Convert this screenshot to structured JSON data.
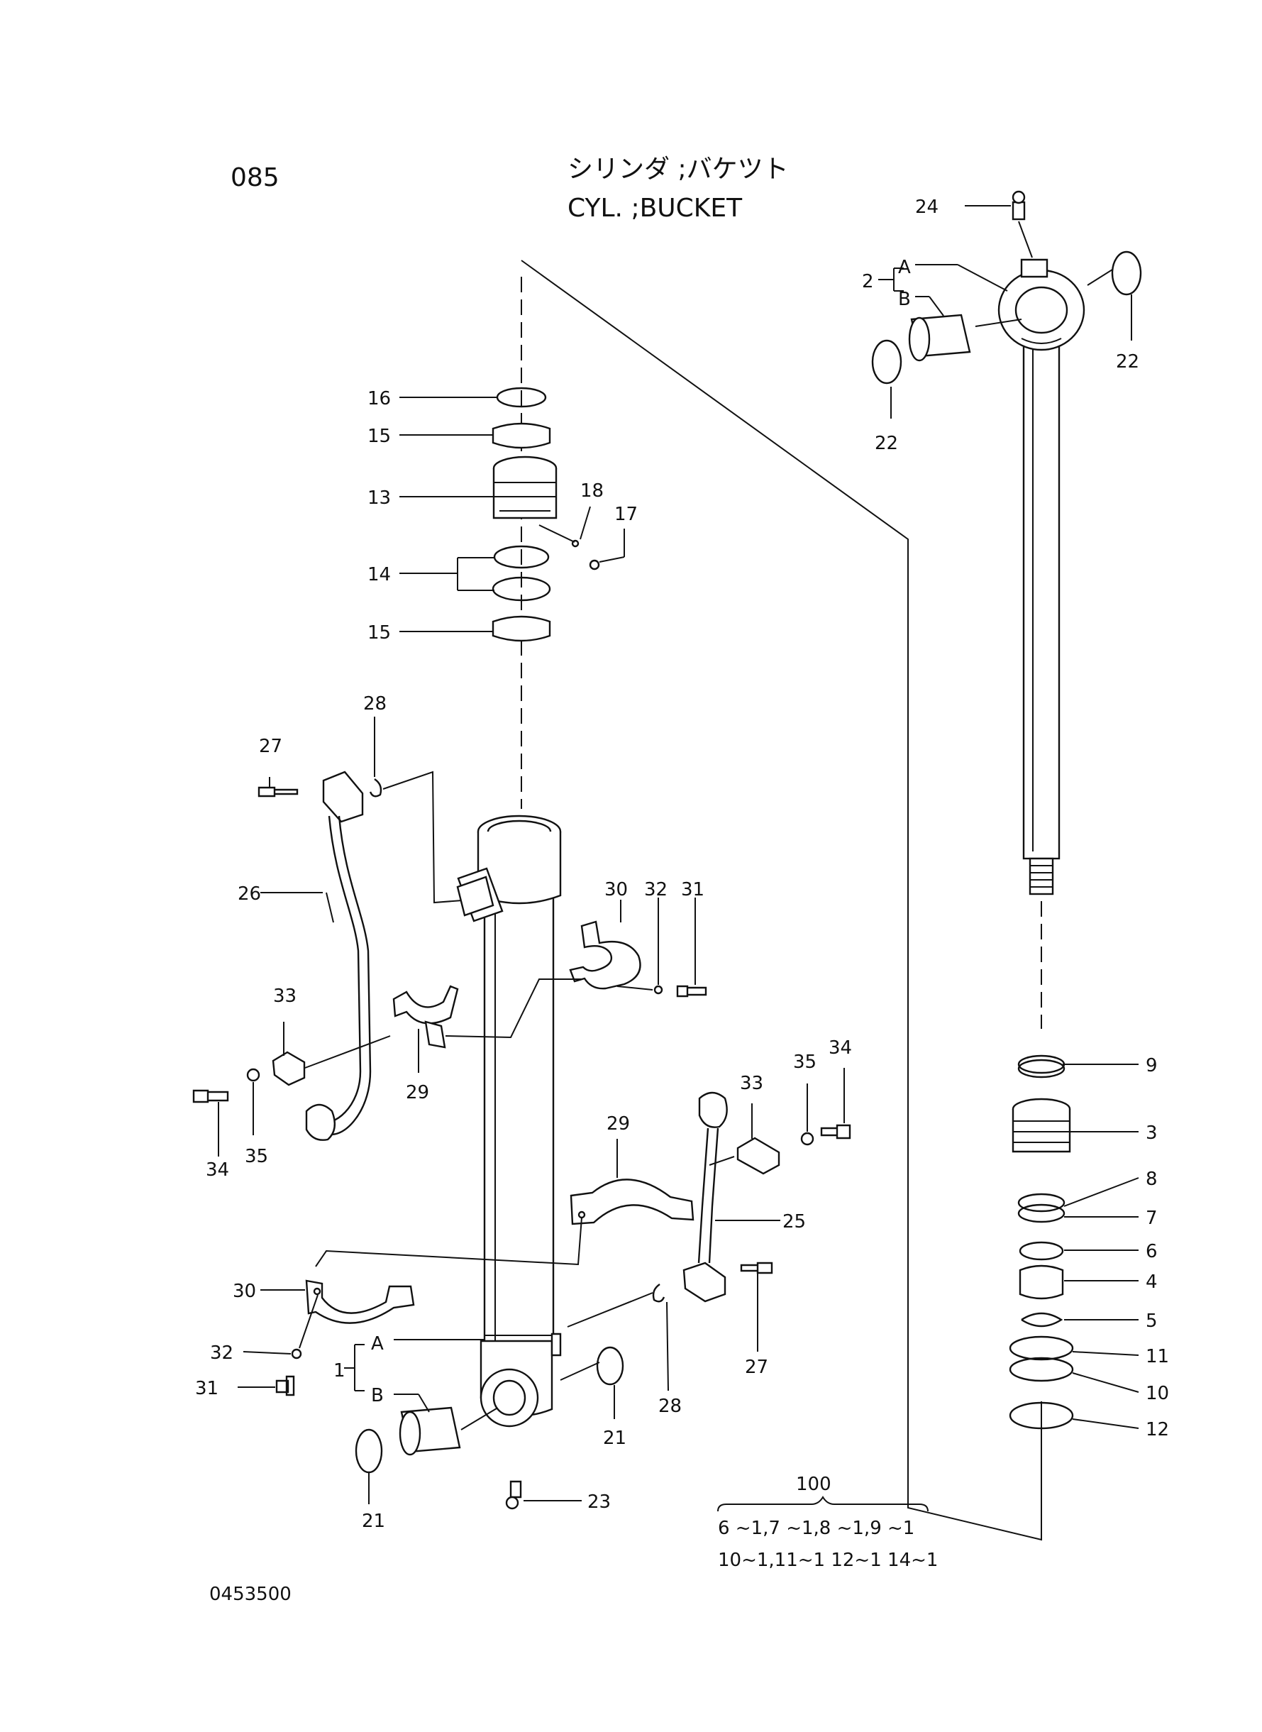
{
  "header": {
    "page_number": "085",
    "title_jp": "シリンダ ;バケツト",
    "title_en": "CYL. ;BUCKET"
  },
  "footer": {
    "drawing_number": "0453500"
  },
  "kit": {
    "number": "100",
    "line1": "6 ~1,7 ~1,8 ~1,9 ~1",
    "line2": "10~1,11~1 12~1 14~1"
  },
  "callouts": {
    "c1": "1",
    "c1A": "A",
    "c1B": "B",
    "c2": "2",
    "c2A": "A",
    "c2B": "B",
    "c3": "3",
    "c4": "4",
    "c5": "5",
    "c6": "6",
    "c7": "7",
    "c8": "8",
    "c9": "9",
    "c10": "10",
    "c11": "11",
    "c12": "12",
    "c13": "13",
    "c14": "14",
    "c15a": "15",
    "c15b": "15",
    "c16": "16",
    "c17": "17",
    "c18": "18",
    "c21a": "21",
    "c21b": "21",
    "c22a": "22",
    "c22b": "22",
    "c23": "23",
    "c24": "24",
    "c25": "25",
    "c26": "26",
    "c27a": "27",
    "c27b": "27",
    "c28a": "28",
    "c28b": "28",
    "c29a": "29",
    "c29b": "29",
    "c30a": "30",
    "c30b": "30",
    "c31a": "31",
    "c31b": "31",
    "c32a": "32",
    "c32b": "32",
    "c33a": "33",
    "c33b": "33",
    "c34a": "34",
    "c34b": "34",
    "c35a": "35",
    "c35b": "35"
  },
  "icons": [
    "hydraulic-cylinder-tube-drawing",
    "piston-rod-drawing",
    "hydraulic-pipe-drawing",
    "pipe-clamp-drawing",
    "seal-ring-drawing",
    "bolt-drawing",
    "grease-fitting-drawing"
  ]
}
